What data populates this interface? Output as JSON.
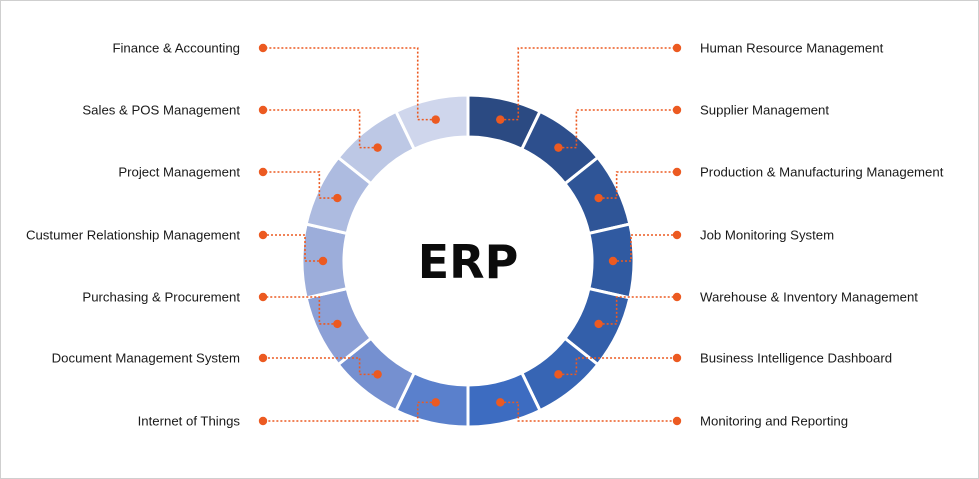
{
  "center": {
    "title": "ERP"
  },
  "colors": {
    "accent": "#ec5a21",
    "background": "#ffffff"
  },
  "modules": [
    {
      "label": "Human Resource Management",
      "side": "right",
      "color": "#2b4a82"
    },
    {
      "label": "Supplier Management",
      "side": "right",
      "color": "#2d4f8d"
    },
    {
      "label": "Production & Manufacturing Management",
      "side": "right",
      "color": "#2f5597"
    },
    {
      "label": "Job Monitoring System",
      "side": "right",
      "color": "#305aa1"
    },
    {
      "label": "Warehouse & Inventory Management",
      "side": "right",
      "color": "#335faa"
    },
    {
      "label": "Business Intelligence Dashboard",
      "side": "right",
      "color": "#3765b4"
    },
    {
      "label": "Monitoring and Reporting",
      "side": "right",
      "color": "#3d6cc1"
    },
    {
      "label": "Internet of Things",
      "side": "left",
      "color": "#5a80cc"
    },
    {
      "label": "Document Management System",
      "side": "left",
      "color": "#7590d0"
    },
    {
      "label": "Purchasing & Procurement",
      "side": "left",
      "color": "#8ca0d6"
    },
    {
      "label": "Custumer Relationship Management",
      "side": "left",
      "color": "#9cadda"
    },
    {
      "label": "Project Management",
      "side": "left",
      "color": "#adbbe0"
    },
    {
      "label": "Sales & POS Management",
      "side": "left",
      "color": "#bdc8e5"
    },
    {
      "label": "Finance & Accounting",
      "side": "left",
      "color": "#cfd6ec"
    }
  ]
}
